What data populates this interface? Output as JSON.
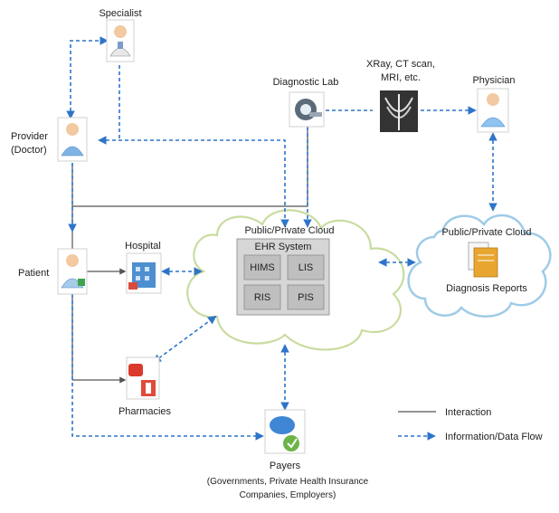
{
  "nodes": {
    "specialist": "Specialist",
    "provider_line1": "Provider",
    "provider_line2": "(Doctor)",
    "diagnostic_lab": "Diagnostic Lab",
    "xray_line1": "XRay, CT scan,",
    "xray_line2": "MRI, etc.",
    "physician": "Physician",
    "patient": "Patient",
    "hospital": "Hospital",
    "pharmacies": "Pharmacies",
    "payers": "Payers",
    "payers_sub1": "(Governments, Private Health Insurance",
    "payers_sub2": "Companies, Employers)"
  },
  "cloud_main": {
    "title": "Public/Private Cloud",
    "system": "EHR System",
    "modules": [
      "HIMS",
      "LIS",
      "RIS",
      "PIS"
    ]
  },
  "cloud_reports": {
    "title": "Public/Private Cloud",
    "caption": "Diagnosis Reports"
  },
  "legend": {
    "interaction": "Interaction",
    "dataflow": "Information/Data Flow"
  },
  "colors": {
    "dataflow": "#2e75c9",
    "interaction": "#555555",
    "cloud_main_border": "#c9dca0",
    "cloud_reports_border": "#9fcbe6"
  }
}
